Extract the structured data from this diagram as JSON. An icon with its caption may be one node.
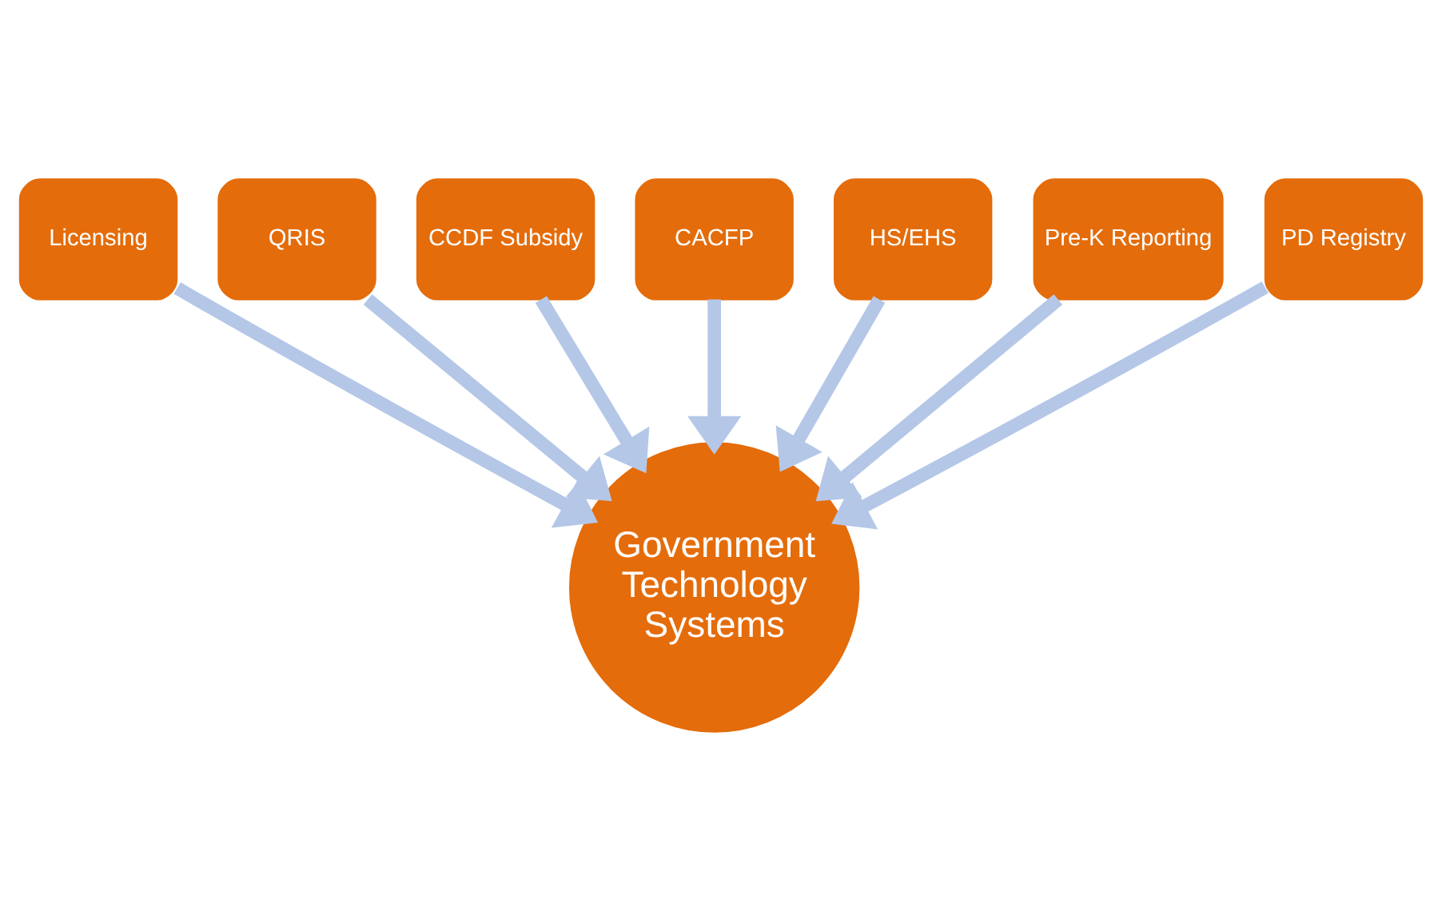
{
  "diagram": {
    "nodes": [
      {
        "text": [
          "Licensing"
        ]
      },
      {
        "text": [
          "QRIS"
        ]
      },
      {
        "text": [
          "CCDF Subsidy"
        ]
      },
      {
        "text": [
          "CACFP"
        ]
      },
      {
        "text": [
          "HS/EHS"
        ]
      },
      {
        "text": [
          "Pre-K Reporting"
        ]
      },
      {
        "text": [
          "PD Registry"
        ]
      },
      {
        "text": [
          "Government Technology Systems"
        ]
      }
    ],
    "edges": [
      {
        "from": 0,
        "to": 7,
        "arrow": "to"
      },
      {
        "from": 1,
        "to": 7,
        "arrow": "to"
      },
      {
        "from": 2,
        "to": 7,
        "arrow": "to"
      },
      {
        "from": 3,
        "to": 7,
        "arrow": "to"
      },
      {
        "from": 4,
        "to": 7,
        "arrow": "to"
      },
      {
        "from": 5,
        "to": 7,
        "arrow": "to"
      },
      {
        "from": 6,
        "to": 7,
        "arrow": "to"
      }
    ]
  }
}
